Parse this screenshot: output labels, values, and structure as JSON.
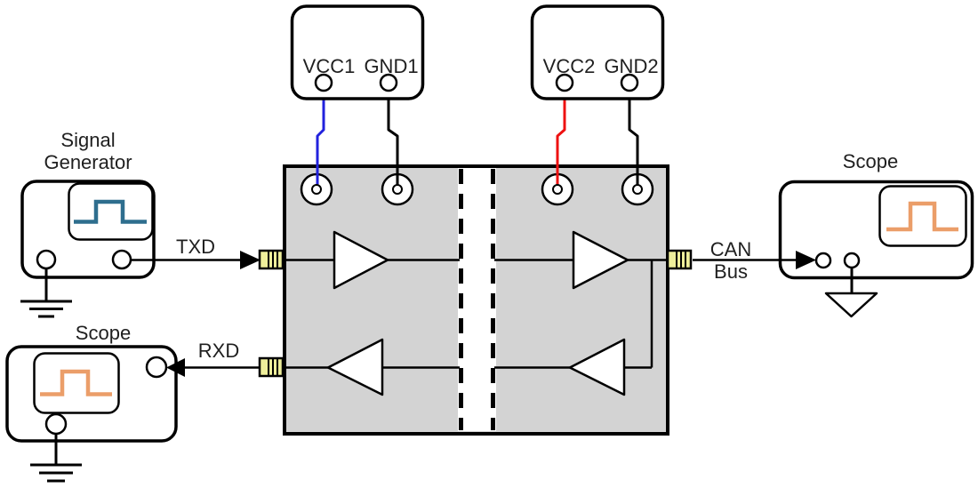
{
  "colors": {
    "background": "#ffffff",
    "board_fill": "#d3d3d3",
    "connector_yellow": "#efef9b",
    "wire_blue": "#2222dd",
    "wire_red": "#ee1111",
    "wire_black": "#000000",
    "waveform_teal": "#2e6e8e",
    "waveform_orange": "#eb9e69",
    "outline": "#000000",
    "text": "#1f1f1f"
  },
  "power_supply_1": {
    "vcc_label": "VCC1",
    "gnd_label": "GND1"
  },
  "power_supply_2": {
    "vcc_label": "VCC2",
    "gnd_label": "GND2"
  },
  "signal_generator": {
    "title": "Signal Generator"
  },
  "scope_rxd": {
    "title": "Scope"
  },
  "scope_can": {
    "title": "Scope"
  },
  "signals": {
    "txd": "TXD",
    "rxd": "RXD",
    "can_line1": "CAN",
    "can_line2": "Bus"
  }
}
